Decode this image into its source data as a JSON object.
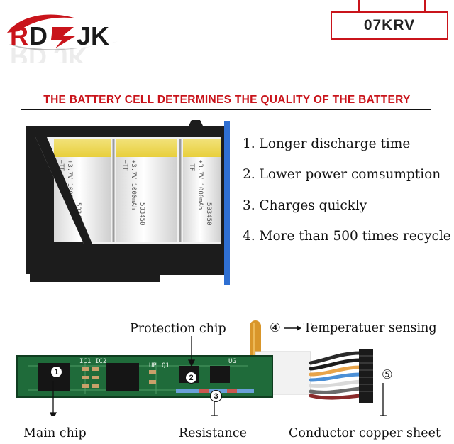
{
  "brand": {
    "logo_text": "RDSJK",
    "model": "07KRV",
    "colors": {
      "accent": "#c9141b",
      "text": "#111111"
    }
  },
  "headline": "THE BATTERY CELL DETERMINES THE QUALITY OF THE BATTERY",
  "features": [
    "1. Longer discharge time",
    "2. Lower power comsumption",
    "3. Charges quickly",
    "4. More than 500 times recycle"
  ],
  "battery_image": {
    "cell_print_lines": [
      "—TF",
      "+3.7V 1000mAh",
      "503450"
    ]
  },
  "pcb_image": {
    "labels": {
      "protection_chip": "Protection chip",
      "temperature_sensing": "Temperatuer sensing",
      "main_chip": "Main chip",
      "resistance": "Resistance",
      "conductor": "Conductor copper sheet"
    },
    "markers": [
      "1",
      "2",
      "3",
      "④",
      "⑤"
    ],
    "silkscreen": [
      "IC1",
      "IC2",
      "UP",
      "Q1",
      "UG"
    ]
  }
}
